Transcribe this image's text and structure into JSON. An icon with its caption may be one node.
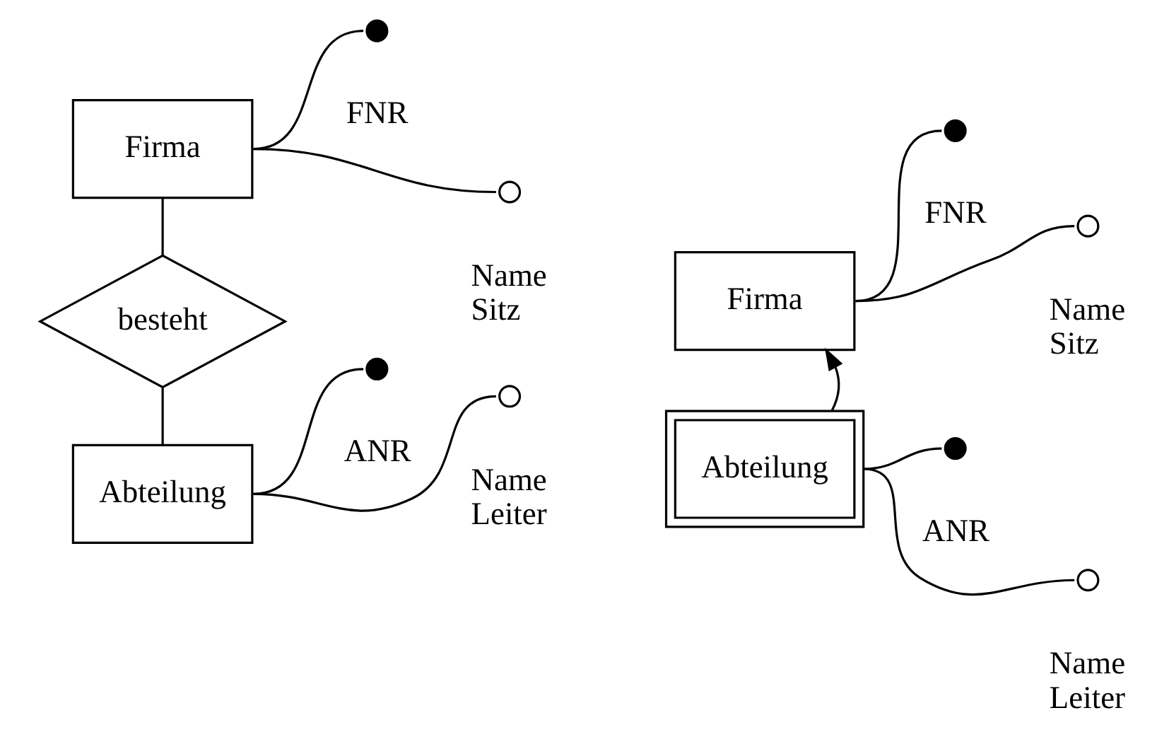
{
  "diagram": {
    "nodes": [
      {
        "text": [
          "Firma"
        ]
      },
      {
        "text": [],
        "shape": "dot",
        "beside": [
          "FNR"
        ]
      },
      {
        "text": [],
        "shape": "circle",
        "beside": [
          "Name",
          "Sitz"
        ]
      },
      {
        "text": [
          "besteht"
        ]
      },
      {
        "text": [
          "Abteilung"
        ]
      },
      {
        "text": [],
        "shape": "dot",
        "beside": [
          "ANR"
        ]
      },
      {
        "text": [],
        "shape": "circle",
        "beside": [
          "Name",
          "Leiter"
        ]
      },
      {
        "text": [
          "Firma"
        ]
      },
      {
        "text": [],
        "shape": "dot",
        "beside": [
          "FNR"
        ]
      },
      {
        "text": [],
        "shape": "circle",
        "beside": [
          "Name",
          "Sitz"
        ]
      },
      {
        "text": [
          "Abteilung"
        ]
      },
      {
        "text": [],
        "shape": "dot",
        "beside": [
          "ANR"
        ]
      },
      {
        "text": [],
        "shape": "circle",
        "beside": [
          "Name",
          "Leiter"
        ]
      }
    ],
    "edges": [
      {
        "from": 0,
        "to": 1,
        "arrow": "none"
      },
      {
        "from": 0,
        "to": 2,
        "arrow": "none"
      },
      {
        "from": 0,
        "to": 3,
        "arrow": "none"
      },
      {
        "from": 3,
        "to": 4,
        "arrow": "none"
      },
      {
        "from": 4,
        "to": 5,
        "arrow": "none"
      },
      {
        "from": 4,
        "to": 6,
        "arrow": "none"
      },
      {
        "from": 7,
        "to": 8,
        "arrow": "none"
      },
      {
        "from": 7,
        "to": 9,
        "arrow": "none"
      },
      {
        "from": 10,
        "to": 7,
        "arrow": "to"
      },
      {
        "from": 10,
        "to": 11,
        "arrow": "none"
      },
      {
        "from": 10,
        "to": 12,
        "arrow": "none"
      }
    ]
  }
}
